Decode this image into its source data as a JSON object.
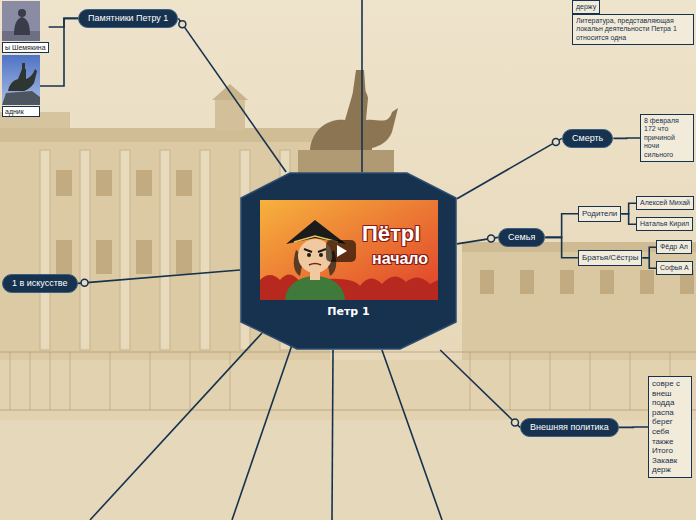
{
  "diagram": {
    "nodes": [
      {
        "text": [
          "Петр 1"
        ]
      },
      {
        "text": [
          "Памятники Петру 1"
        ]
      },
      {
        "text": [
          "ы Шемякина"
        ]
      },
      {
        "text": [
          "адник"
        ]
      },
      {
        "text": [
          "1 в искусстве"
        ]
      },
      {
        "text": [
          "держу"
        ]
      },
      {
        "text": [
          "Литература, представляющая локальн деятельности Петра 1 относится одна"
        ]
      },
      {
        "text": [
          "Смерть"
        ]
      },
      {
        "text": [
          "8 февраля 172 что причиной ночи сильного"
        ]
      },
      {
        "text": [
          "Семья"
        ]
      },
      {
        "text": [
          "Родители"
        ]
      },
      {
        "text": [
          "Алексей Михай"
        ]
      },
      {
        "text": [
          "Наталья Кирил"
        ]
      },
      {
        "text": [
          "Братья/Сёстры"
        ]
      },
      {
        "text": [
          "Фёдр Ал"
        ]
      },
      {
        "text": [
          "Софья А"
        ]
      },
      {
        "text": [
          "Внешняя политика"
        ]
      },
      {
        "text": [
          "совре с внеш подда распа берег себя также Итого Закавк держ"
        ]
      }
    ],
    "edges": [
      {
        "from": 0,
        "to": 1,
        "arrow": "none"
      },
      {
        "from": 1,
        "to": 2,
        "arrow": "none"
      },
      {
        "from": 1,
        "to": 3,
        "arrow": "none"
      },
      {
        "from": 0,
        "to": 4,
        "arrow": "none"
      },
      {
        "from": 0,
        "to": 7,
        "arrow": "none"
      },
      {
        "from": 7,
        "to": 8,
        "arrow": "none"
      },
      {
        "from": 0,
        "to": 9,
        "arrow": "none"
      },
      {
        "from": 9,
        "to": 10,
        "arrow": "none"
      },
      {
        "from": 9,
        "to": 13,
        "arrow": "none"
      },
      {
        "from": 10,
        "to": 11,
        "arrow": "none"
      },
      {
        "from": 10,
        "to": 12,
        "arrow": "none"
      },
      {
        "from": 13,
        "to": 14,
        "arrow": "none"
      },
      {
        "from": 13,
        "to": 15,
        "arrow": "none"
      },
      {
        "from": 0,
        "to": 16,
        "arrow": "none"
      },
      {
        "from": 16,
        "to": 17,
        "arrow": "none"
      }
    ],
    "labels": [
      "ПётрI",
      "начало"
    ]
  }
}
